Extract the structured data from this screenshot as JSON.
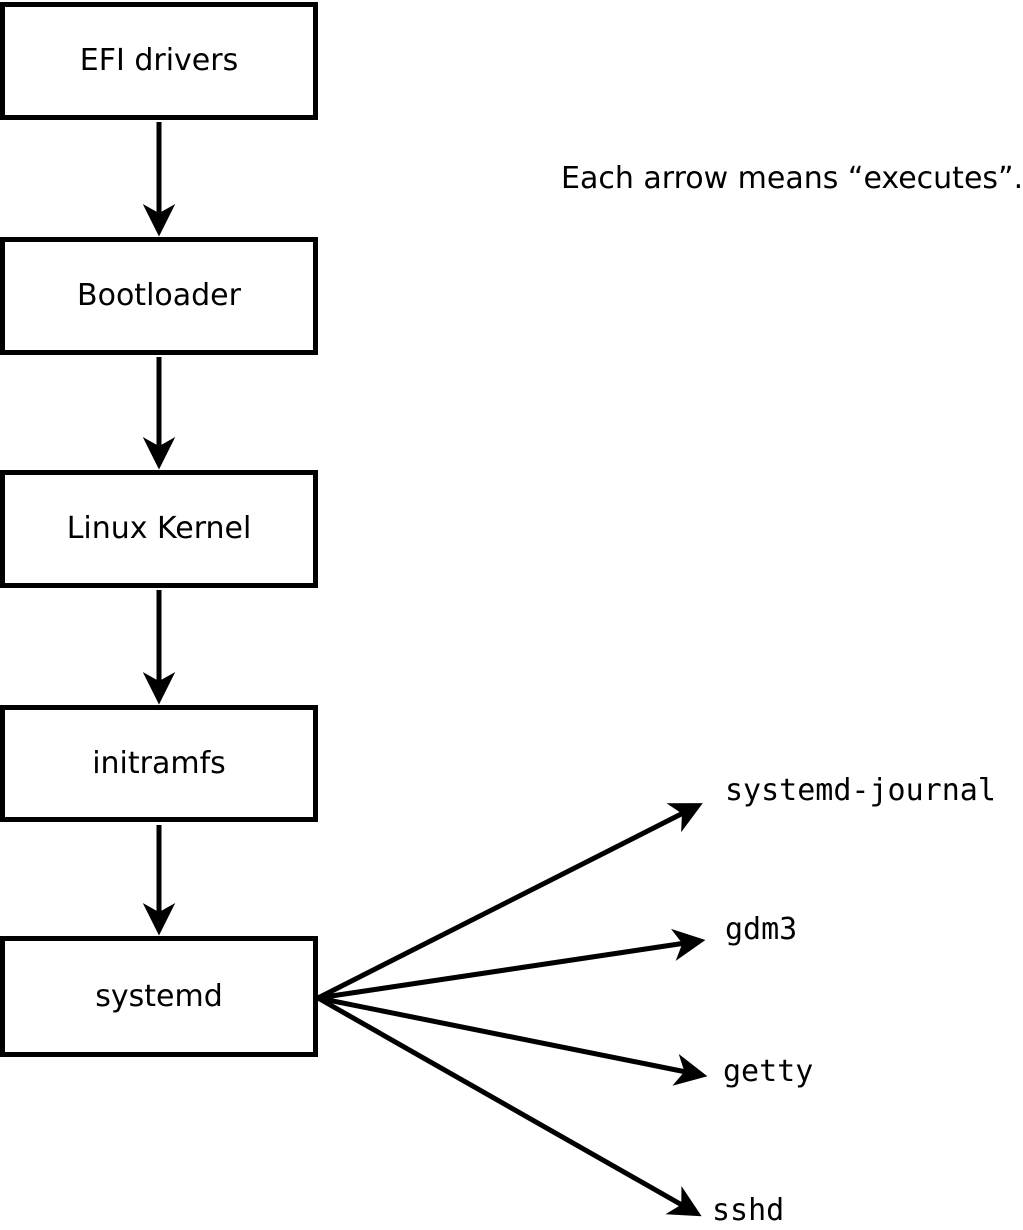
{
  "note": "Each arrow means “executes”.",
  "diagram": {
    "arrow_meaning": "executes",
    "chain": [
      {
        "label": "EFI drivers"
      },
      {
        "label": "Bootloader"
      },
      {
        "label": "Linux Kernel"
      },
      {
        "label": "initramfs"
      },
      {
        "label": "systemd"
      }
    ],
    "branches": [
      {
        "label": "systemd-journal"
      },
      {
        "label": "gdm3"
      },
      {
        "label": "getty"
      },
      {
        "label": "sshd"
      }
    ],
    "colors": {
      "stroke": "#000000",
      "background": "#ffffff"
    }
  }
}
